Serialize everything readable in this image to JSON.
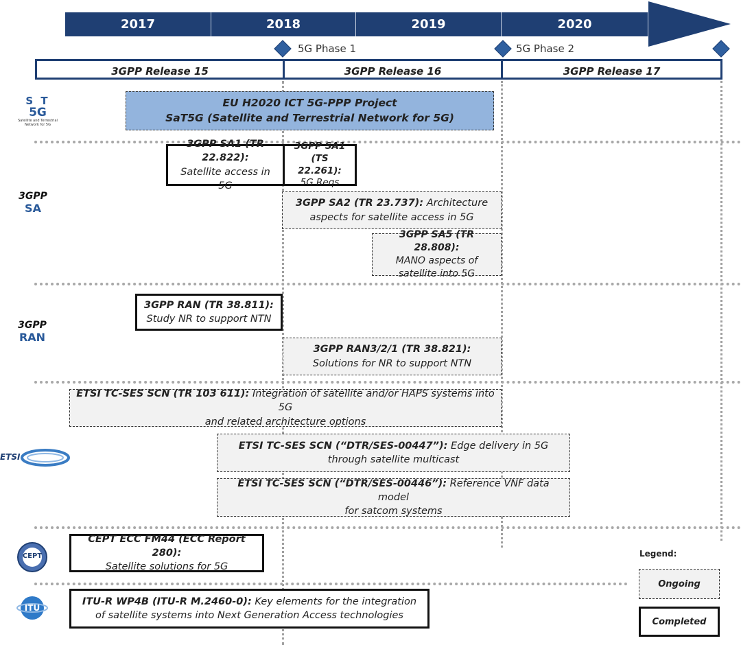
{
  "timeline": {
    "years": [
      "2017",
      "2018",
      "2019",
      "2020"
    ],
    "phases": [
      "5G Phase 1",
      "5G Phase 2"
    ],
    "releases": [
      "3GPP Release 15",
      "3GPP Release 16",
      "3GPP Release 17"
    ]
  },
  "eu_project": {
    "line1": "EU H2020 ICT 5G-PPP Project",
    "line2": "SaT5G  (Satellite and Terrestrial Network for 5G)"
  },
  "logos": {
    "sat5g": {
      "main": "S T",
      "sub": "5G",
      "caption": "Satellite and Terrestrial Network for 5G"
    },
    "sa": {
      "brand": "3GPP",
      "label": "SA"
    },
    "ran": {
      "brand": "3GPP",
      "label": "RAN"
    },
    "etsi": "ETSI",
    "cept": "CEPT",
    "itu": "ITU"
  },
  "items": {
    "sa1_tr_title": "3GPP SA1 (TR 22.822):",
    "sa1_tr_desc": "Satellite access in 5G",
    "sa1_ts_title1": "3GPP SA1",
    "sa1_ts_title2": "(TS 22.261):",
    "sa1_ts_desc": "5G Reqs",
    "sa2_title": "3GPP SA2 (TR 23.737):",
    "sa2_desc1": " Architecture",
    "sa2_desc2": "aspects for satellite access in 5G",
    "sa5_title": "3GPP SA5 (TR 28.808):",
    "sa5_desc1": "MANO aspects of",
    "sa5_desc2": "satellite into 5G",
    "ran_tr_title": "3GPP RAN (TR 38.811):",
    "ran_tr_desc": "Study NR to support NTN",
    "ran321_title": "3GPP RAN3/2/1 (TR 38.821):",
    "ran321_desc": "Solutions for NR to support NTN",
    "etsi1_title": "ETSI TC-SES SCN (TR 103 611):",
    "etsi1_desc1": " Integration of satellite and/or HAPS systems into 5G",
    "etsi1_desc2": "and related architecture options",
    "etsi2_title": "ETSI TC-SES SCN (“DTR/SES-00447”):",
    "etsi2_desc1": " Edge delivery in 5G",
    "etsi2_desc2": "through satellite multicast",
    "etsi3_title": "ETSI TC-SES SCN (“DTR/SES-00446”):",
    "etsi3_desc1": " Reference VNF data model",
    "etsi3_desc2": "for satcom systems",
    "cept_title": "CEPT ECC FM44 (ECC Report 280):",
    "cept_desc": "Satellite solutions for 5G",
    "itu_title": "ITU-R WP4B (ITU-R  M.2460-0):",
    "itu_desc1": " Key elements for the integration",
    "itu_desc2": "of satellite systems into Next Generation Access technologies"
  },
  "legend": {
    "title": "Legend:",
    "ongoing": "Ongoing",
    "completed": "Completed"
  },
  "colors": {
    "timeline": "#1f3f73",
    "eu_box": "#93b4dd",
    "ongoing_fill": "#f2f2f2"
  }
}
